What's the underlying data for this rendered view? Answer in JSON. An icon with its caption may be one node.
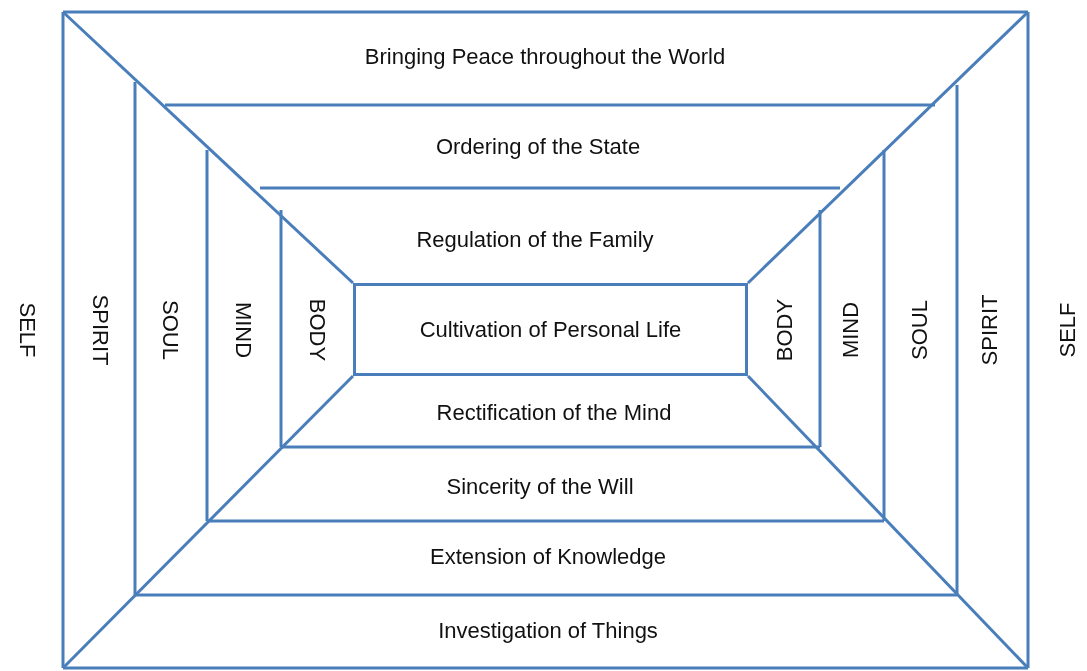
{
  "diagram": {
    "nodes": [
      {
        "text": [
          "Cultivation of Personal Life"
        ]
      }
    ],
    "edges": [],
    "labels": [
      "Bringing Peace throughout the World",
      "Ordering of the State",
      "Regulation of the Family",
      "SELF",
      "SPIRIT",
      "SOUL",
      "MIND",
      "BODY",
      "BODY",
      "MIND",
      "SOUL",
      "SPIRIT",
      "SELF",
      "Rectification of the Mind",
      "Sincerity of the Will",
      "Extension of Knowledge",
      "Investigation of Things"
    ]
  }
}
